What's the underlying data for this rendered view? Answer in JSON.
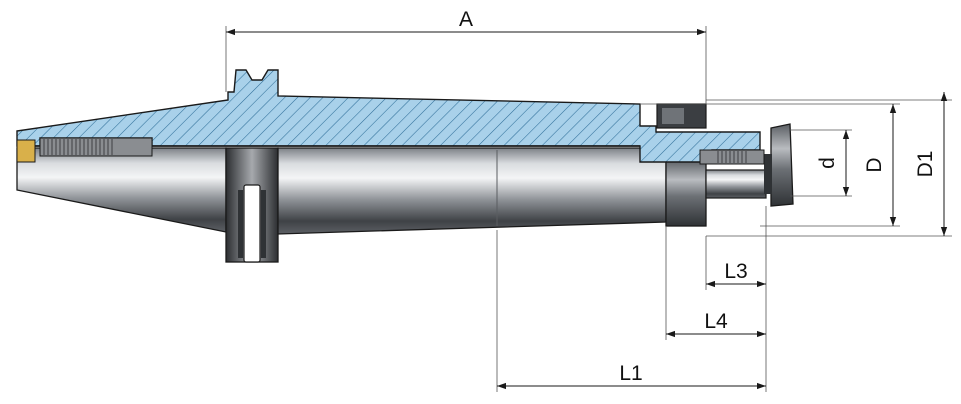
{
  "diagram": {
    "dimensions": [
      {
        "id": "A",
        "label": "A"
      },
      {
        "id": "L1",
        "label": "L1"
      },
      {
        "id": "L3",
        "label": "L3"
      },
      {
        "id": "L4",
        "label": "L4"
      },
      {
        "id": "d",
        "label": "d"
      },
      {
        "id": "D",
        "label": "D"
      },
      {
        "id": "D1",
        "label": "D1"
      }
    ],
    "colors": {
      "section_fill": "#a9d1ea",
      "hatch": "#2f6f99",
      "outline": "#1a1a1a",
      "steel_dark": "#4a4d52",
      "steel_light": "#e8eaec",
      "brass": "#d9b04a"
    }
  }
}
